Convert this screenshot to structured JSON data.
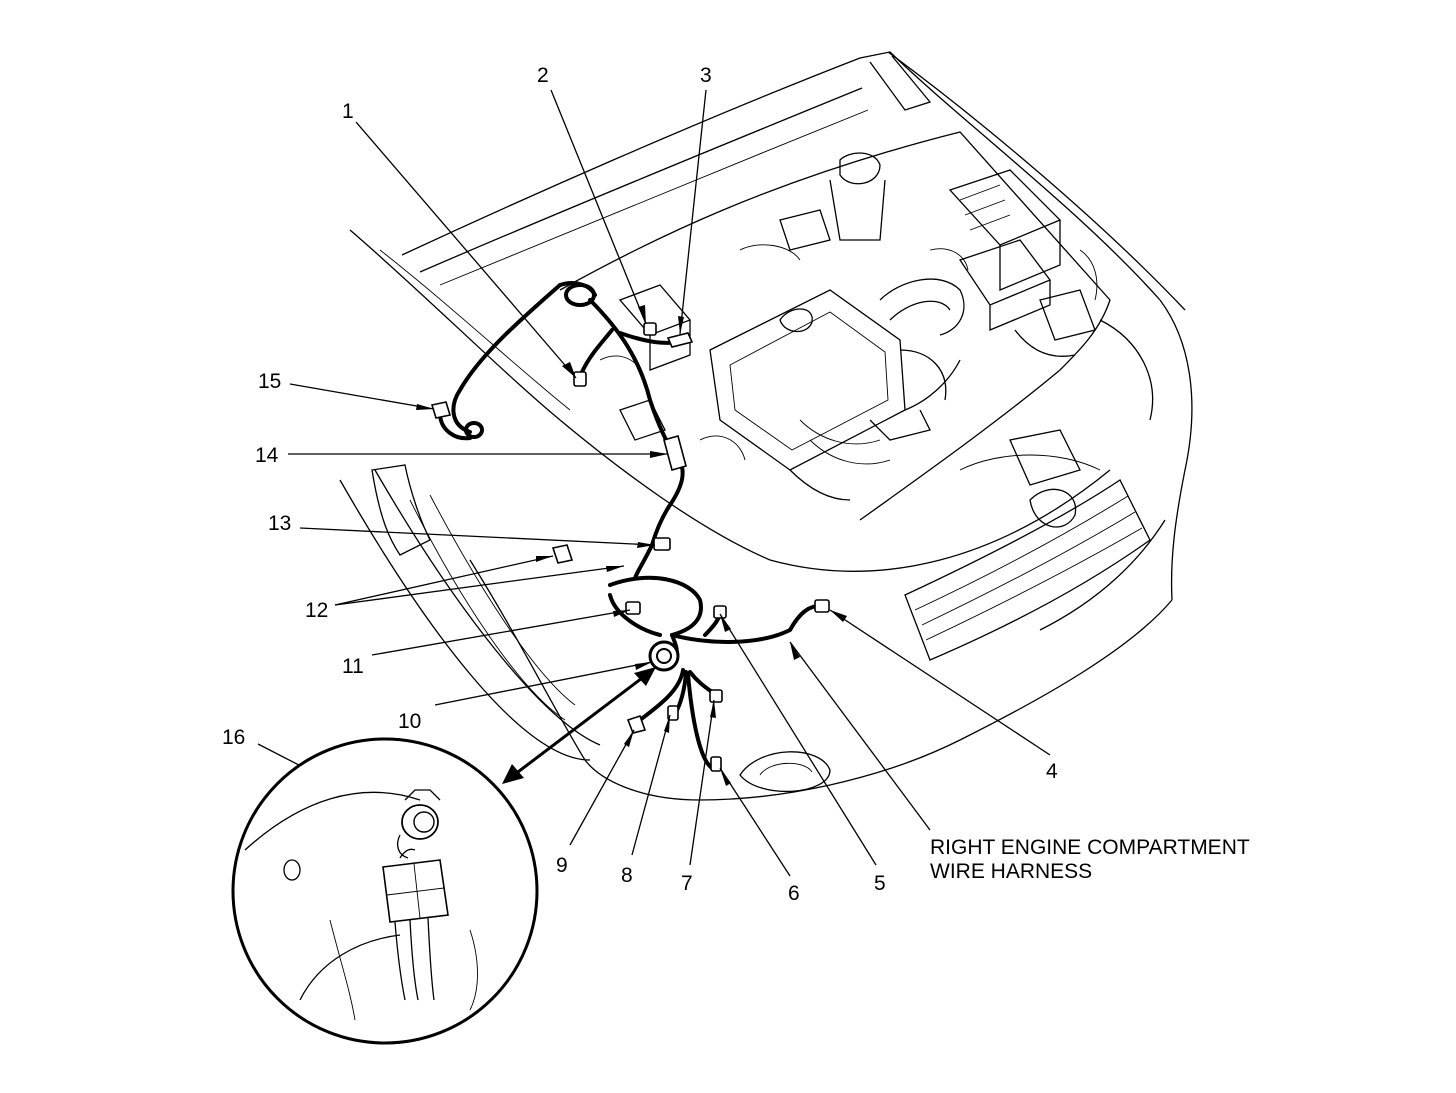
{
  "diagram": {
    "callouts": [
      {
        "id": "1",
        "label": "1"
      },
      {
        "id": "2",
        "label": "2"
      },
      {
        "id": "3",
        "label": "3"
      },
      {
        "id": "4",
        "label": "4"
      },
      {
        "id": "5",
        "label": "5"
      },
      {
        "id": "6",
        "label": "6"
      },
      {
        "id": "7",
        "label": "7"
      },
      {
        "id": "8",
        "label": "8"
      },
      {
        "id": "9",
        "label": "9"
      },
      {
        "id": "10",
        "label": "10"
      },
      {
        "id": "11",
        "label": "11"
      },
      {
        "id": "12",
        "label": "12"
      },
      {
        "id": "13",
        "label": "13"
      },
      {
        "id": "14",
        "label": "14"
      },
      {
        "id": "15",
        "label": "15"
      },
      {
        "id": "16",
        "label": "16"
      }
    ],
    "caption": {
      "line1": "RIGHT ENGINE COMPARTMENT",
      "line2": "WIRE HARNESS"
    }
  }
}
